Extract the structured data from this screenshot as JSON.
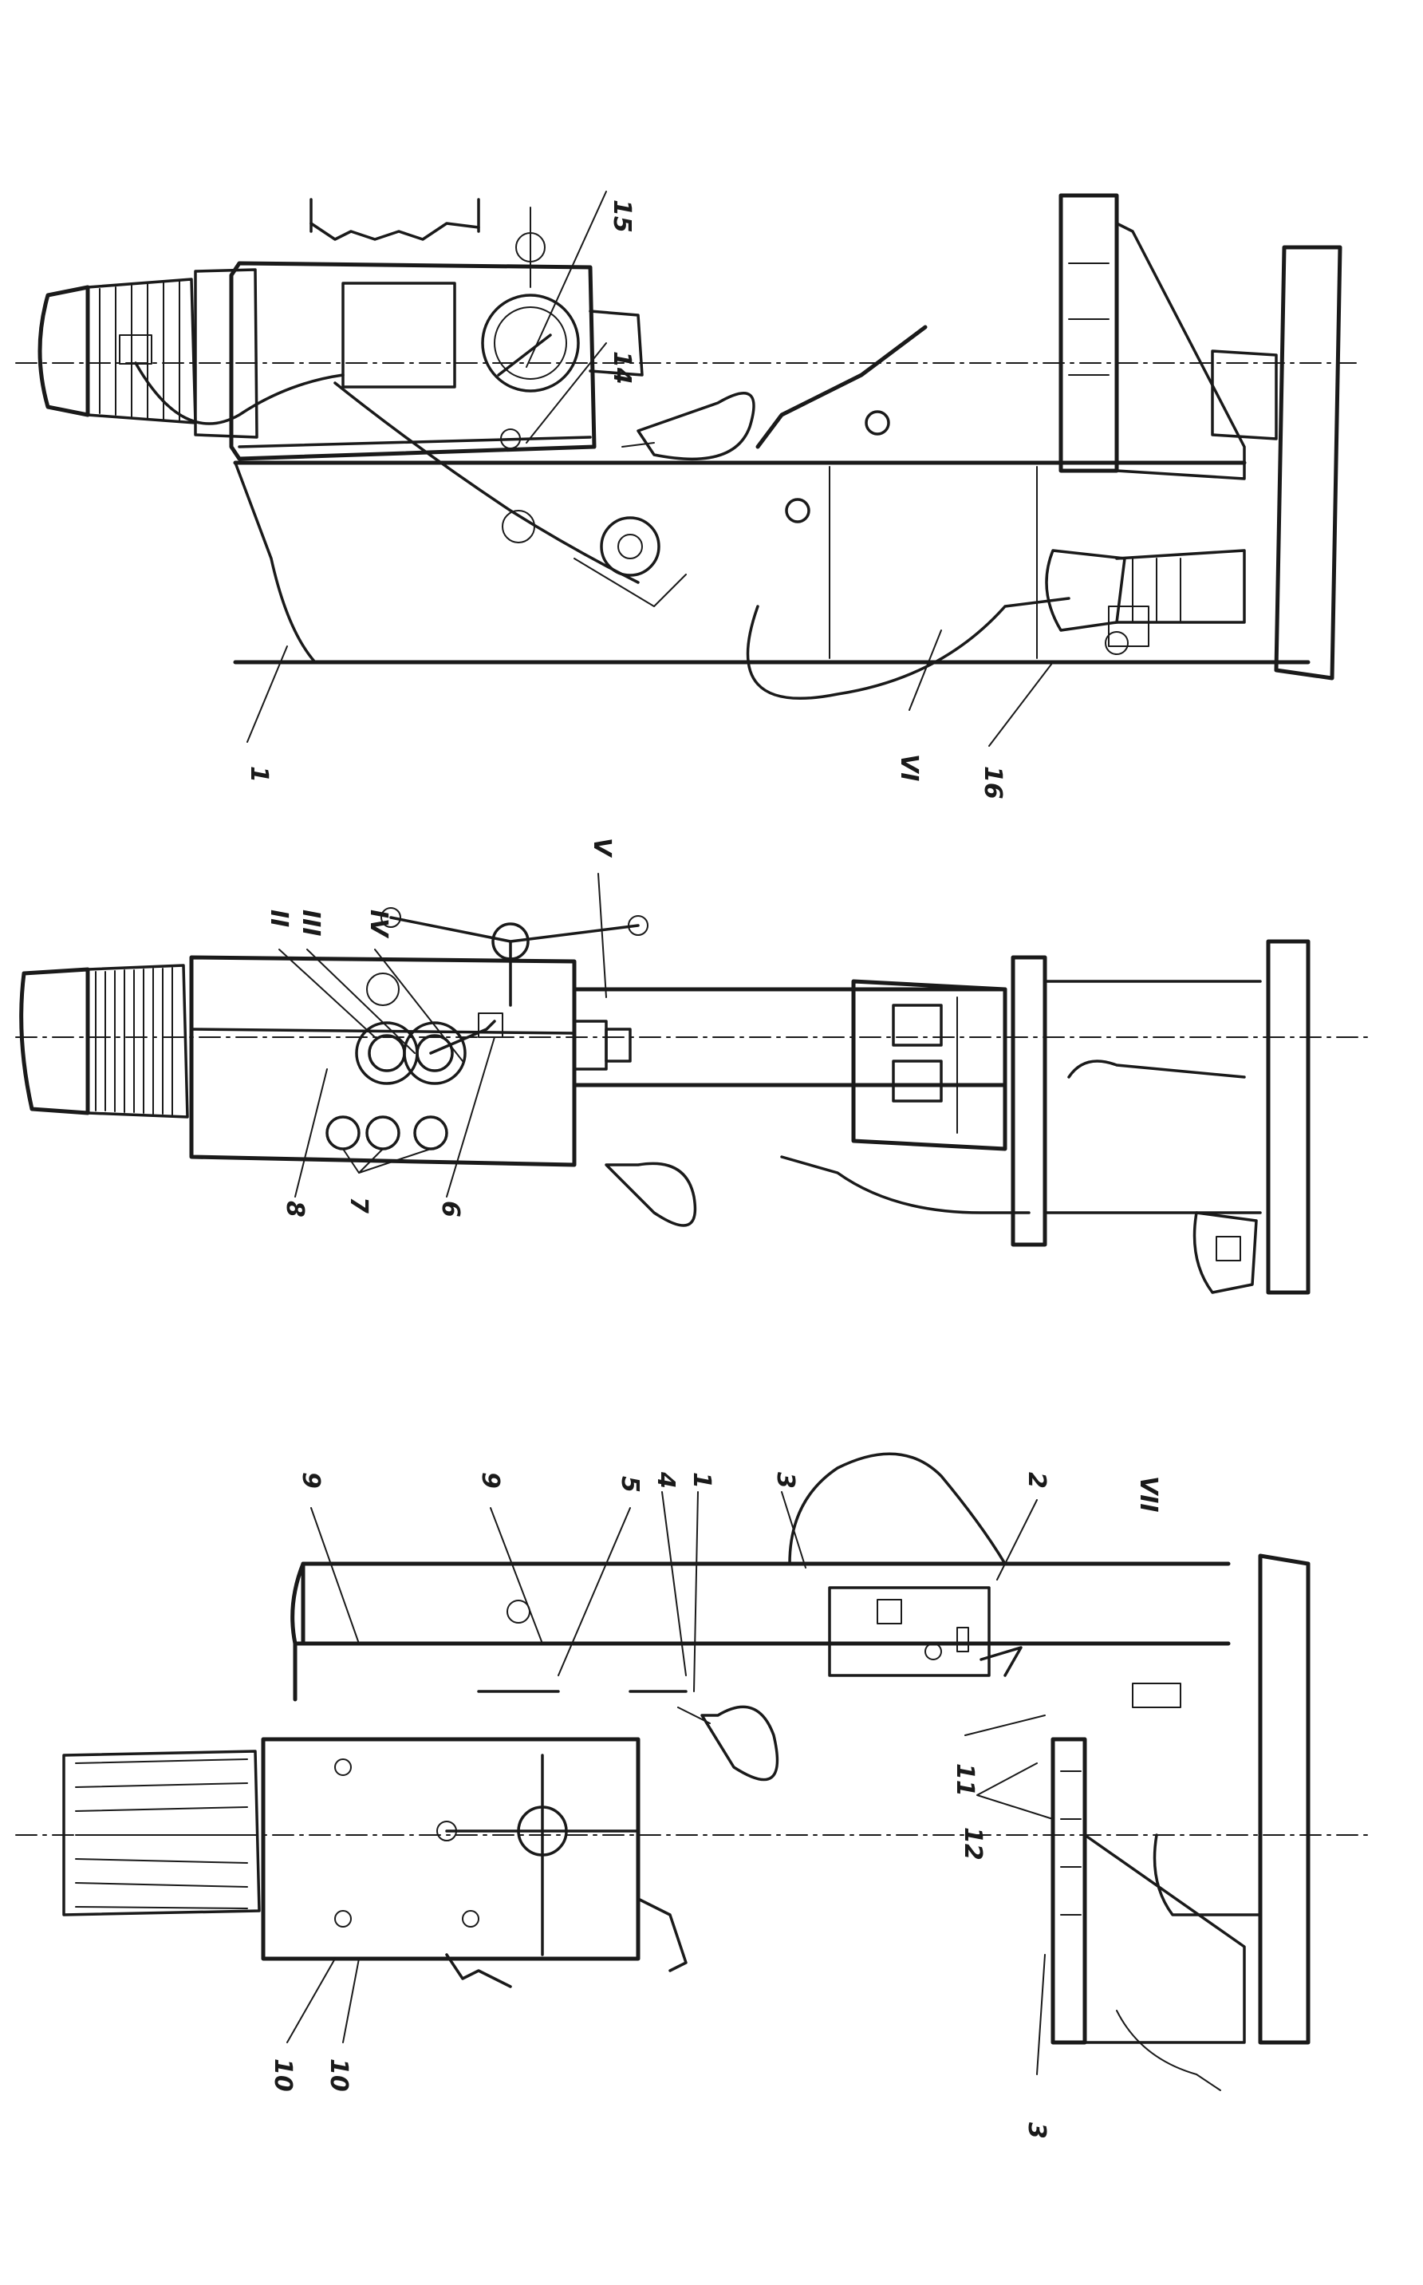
{
  "figure": {
    "callouts": {
      "n1": "1",
      "n1b": "1",
      "n2": "2",
      "n3": "3",
      "n3b": "3",
      "n4": "4",
      "n5": "5",
      "n6": "6",
      "n7": "7",
      "n8": "8",
      "n9a": "9",
      "n9b": "9",
      "n10a": "10",
      "n10b": "10",
      "n11": "11",
      "n12": "12",
      "n14": "14",
      "n15": "15",
      "n16": "16",
      "rII": "II",
      "rIII": "III",
      "rIV": "IV",
      "rV": "V",
      "rVI": "VI",
      "rVII": "VII"
    }
  }
}
